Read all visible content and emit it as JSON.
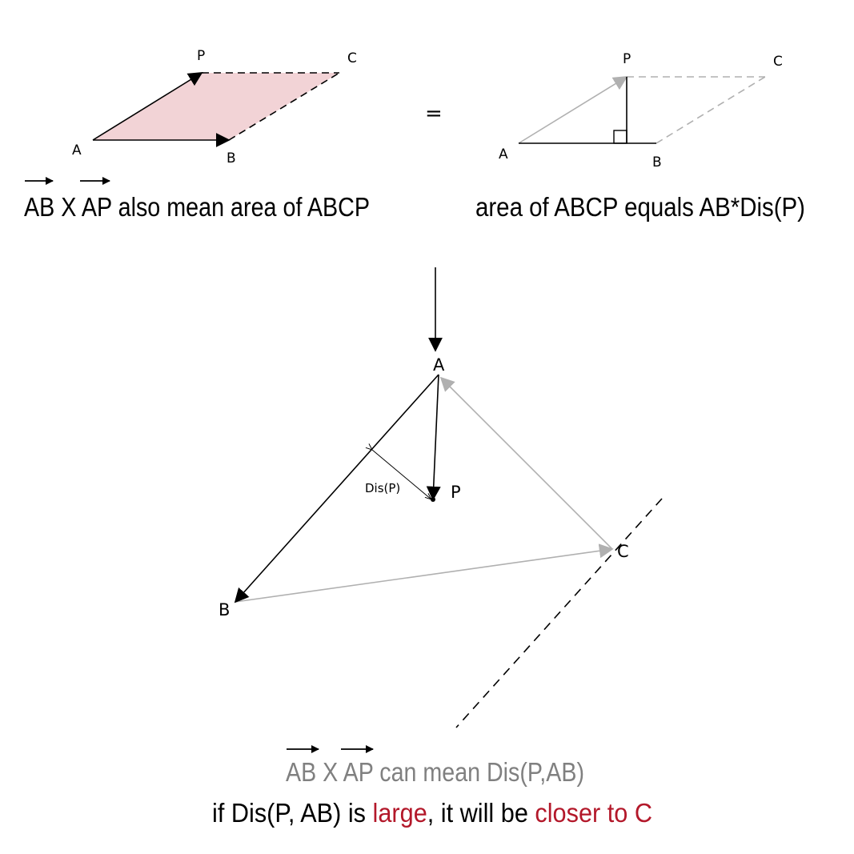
{
  "panel_left": {
    "labels": {
      "a": "A",
      "b": "B",
      "c": "C",
      "p": "P"
    },
    "caption_vec1": "AB",
    "caption_x": "X",
    "caption_vec2": "AP",
    "caption_rest": "also mean area of ABCP",
    "fill_color": "#f2d3d6"
  },
  "equals_sign": "=",
  "panel_right": {
    "labels": {
      "a": "A",
      "b": "B",
      "c": "C",
      "p": "P"
    },
    "caption": "area of ABCP equals AB*Dis(P)"
  },
  "panel_bottom": {
    "labels": {
      "a": "A",
      "b": "B",
      "c": "C",
      "p": "P",
      "dis": "Dis(P)"
    },
    "line1_vec1": "AB",
    "line1_x": "X",
    "line1_vec2": "AP",
    "line1_rest": "can mean Dis(P,AB)",
    "line2_part1": "if Dis(P, AB) is ",
    "line2_large": "large",
    "line2_part2": ", it will be ",
    "line2_closer": "closer to C"
  },
  "colors": {
    "gray": "#b0b0b0",
    "caption_gray": "#808080",
    "highlight_red": "#b3182a"
  }
}
